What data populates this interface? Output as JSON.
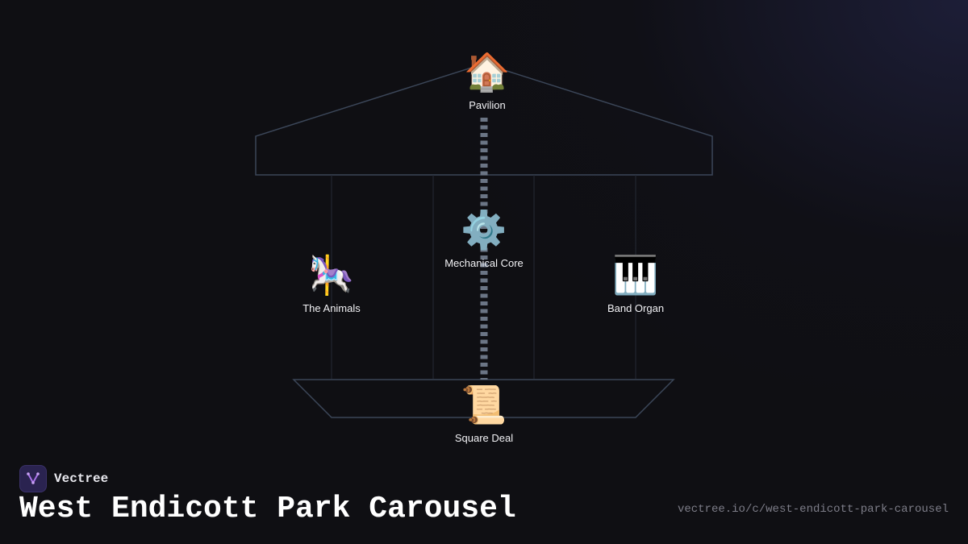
{
  "brand": {
    "name": "Vectree",
    "logo_icon": "vectree-logo-icon",
    "accent_color": "#a872e8"
  },
  "title": "West Endicott Park Carousel",
  "url": "vectree.io/c/west-endicott-park-carousel",
  "nodes": {
    "pavilion": {
      "emoji": "🏠",
      "label": "Pavilion",
      "icon": "house-icon"
    },
    "core": {
      "emoji": "⚙️",
      "label": "Mechanical Core",
      "icon": "gear-icon"
    },
    "animals": {
      "emoji": "🎠",
      "label": "The Animals",
      "icon": "carousel-horse-icon"
    },
    "organ": {
      "emoji": "🎹",
      "label": "Band Organ",
      "icon": "piano-icon"
    },
    "deal": {
      "emoji": "📜",
      "label": "Square Deal",
      "icon": "scroll-icon"
    }
  },
  "colors": {
    "background": "#0f0f13",
    "outline": "#3b4658",
    "pole": "#6b7585",
    "text": "#ffffff",
    "muted": "#7d7d88"
  }
}
